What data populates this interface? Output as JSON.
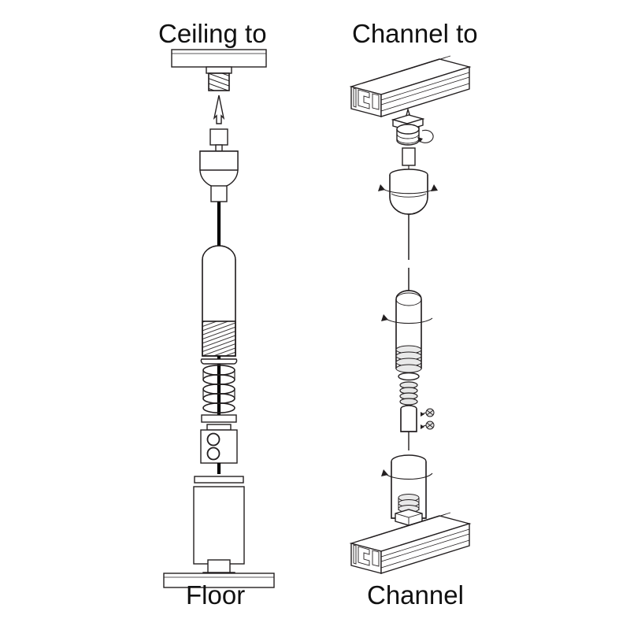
{
  "diagram": {
    "title_ceiling_to": "Ceiling to",
    "title_channel_to": "Channel to",
    "title_floor": "Floor",
    "title_channel": "Channel",
    "colors": {
      "line": "#231f20",
      "cable": "#000000",
      "background": "#ffffff",
      "thread_fill": "#f2f2f2",
      "face_light": "#ffffff",
      "face_shade": "#fafafa"
    },
    "left_column": {
      "name": "Ceiling to Floor assembly",
      "parts": [
        {
          "id": "ceiling-plate",
          "label": "ceiling mounting plate"
        },
        {
          "id": "ceiling-anchor",
          "label": "threaded ceiling anchor"
        },
        {
          "id": "up-arrow",
          "label": "assembly direction arrow"
        },
        {
          "id": "square-cap",
          "label": "square cap"
        },
        {
          "id": "gripper-top",
          "label": "cable gripper body"
        },
        {
          "id": "cable-upper",
          "label": "suspension cable"
        },
        {
          "id": "collar",
          "label": "cable collar"
        },
        {
          "id": "tube-threaded",
          "label": "threaded adjustment tube"
        },
        {
          "id": "spring",
          "label": "compression spring"
        },
        {
          "id": "washer",
          "label": "washer"
        },
        {
          "id": "clamp-block",
          "label": "two-hole cable clamp block"
        },
        {
          "id": "floor-post",
          "label": "floor post"
        },
        {
          "id": "floor-stud",
          "label": "floor stud"
        },
        {
          "id": "floor-plate",
          "label": "floor mounting plate"
        }
      ]
    },
    "right_column": {
      "name": "Channel to Channel assembly",
      "parts": [
        {
          "id": "channel-top",
          "label": "upper strut channel"
        },
        {
          "id": "up-arrow-2",
          "label": "assembly direction arrow"
        },
        {
          "id": "channel-nut",
          "label": "channel T-nut"
        },
        {
          "id": "rotate-1",
          "label": "rotation arrow"
        },
        {
          "id": "stud-small",
          "label": "threaded stud"
        },
        {
          "id": "gripper-body",
          "label": "cable gripper body"
        },
        {
          "id": "rotate-2",
          "label": "rotation arrow"
        },
        {
          "id": "cable-thin",
          "label": "suspension cable"
        },
        {
          "id": "tube-upper",
          "label": "threaded adjuster tube"
        },
        {
          "id": "rotate-3",
          "label": "rotation arrow"
        },
        {
          "id": "washer-small",
          "label": "washer"
        },
        {
          "id": "spring-small",
          "label": "compression spring"
        },
        {
          "id": "ferrule",
          "label": "ferrule with set screws"
        },
        {
          "id": "setscrew-1",
          "label": "set screw"
        },
        {
          "id": "setscrew-2",
          "label": "set screw"
        },
        {
          "id": "tube-lower",
          "label": "lower adjuster tube"
        },
        {
          "id": "rotate-4",
          "label": "rotation arrow"
        },
        {
          "id": "stud-threaded",
          "label": "threaded stud"
        },
        {
          "id": "hex-nut",
          "label": "hex nut"
        },
        {
          "id": "channel-bottom",
          "label": "lower strut channel"
        }
      ]
    }
  }
}
